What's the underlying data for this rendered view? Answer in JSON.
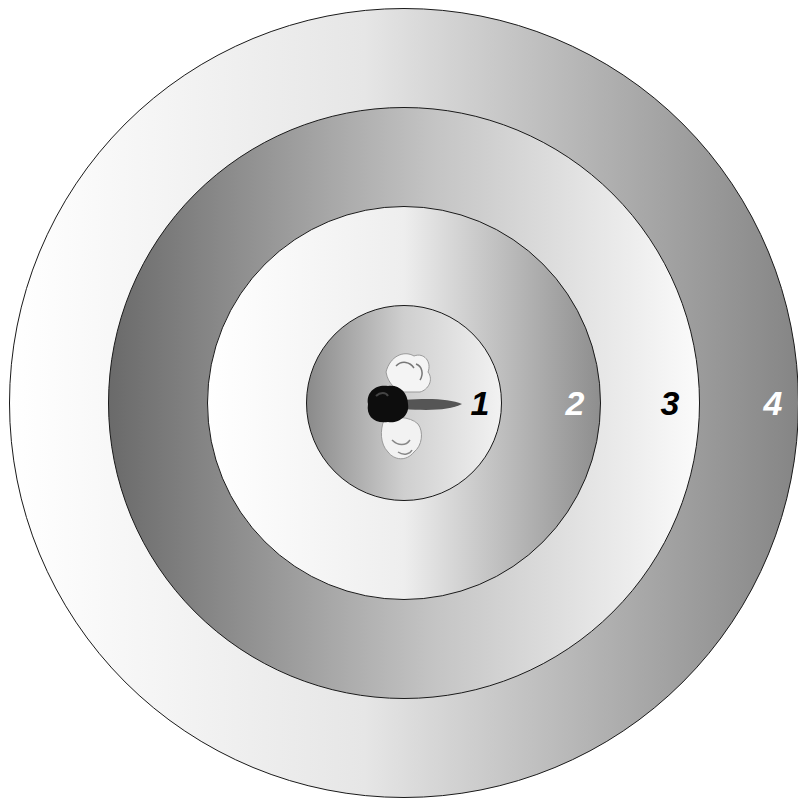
{
  "diagram": {
    "nodes": [
      {
        "text": [
          "4"
        ]
      },
      {
        "text": [
          "3"
        ],
        "in": 0
      },
      {
        "text": [
          "2"
        ],
        "in": 1
      },
      {
        "text": [
          "1"
        ],
        "in": 2
      }
    ]
  }
}
